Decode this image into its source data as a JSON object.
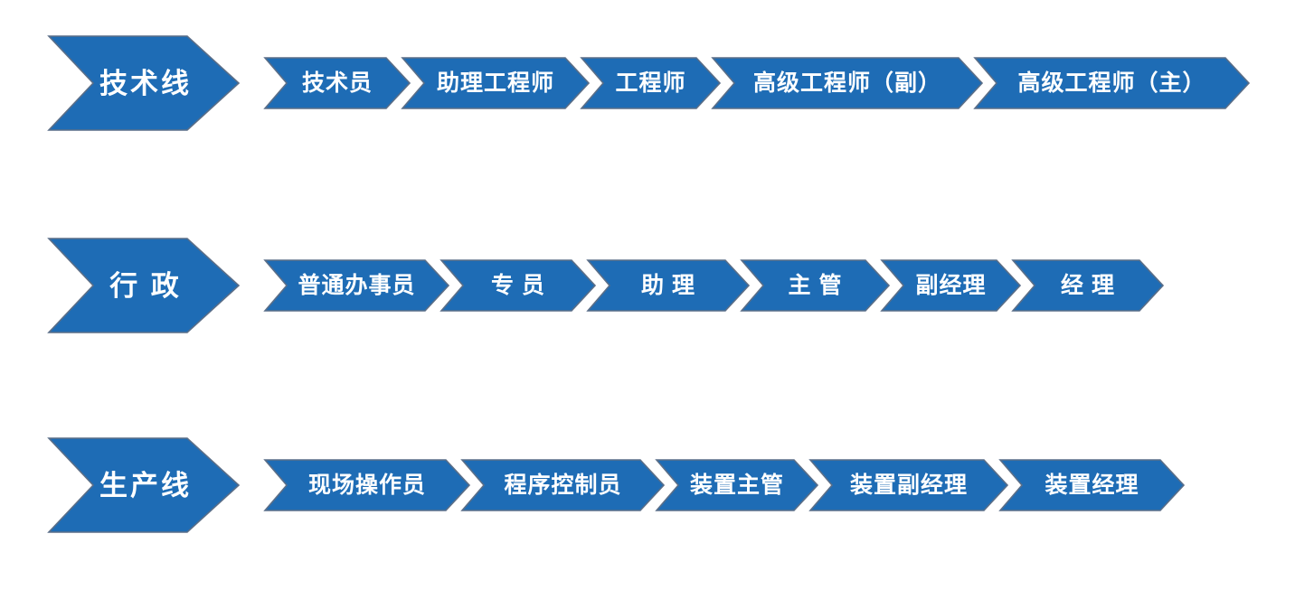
{
  "diagram": {
    "colors": {
      "shape_fill": "#1E6CB5",
      "shape_outline": "#5A6E88",
      "text_color": "#FFFFFF",
      "background": "#FFFFFF"
    },
    "lanes": [
      {
        "title": "技术线",
        "stages": [
          "技术员",
          "助理工程师",
          "工程师",
          "高级工程师（副）",
          "高级工程师（主）"
        ]
      },
      {
        "title": "行 政",
        "stages": [
          "普通办事员",
          "专 员",
          "助 理",
          "主 管",
          "副经理",
          "经 理"
        ]
      },
      {
        "title": "生产线",
        "stages": [
          "现场操作员",
          "程序控制员",
          "装置主管",
          "装置副经理",
          "装置经理"
        ]
      }
    ]
  }
}
